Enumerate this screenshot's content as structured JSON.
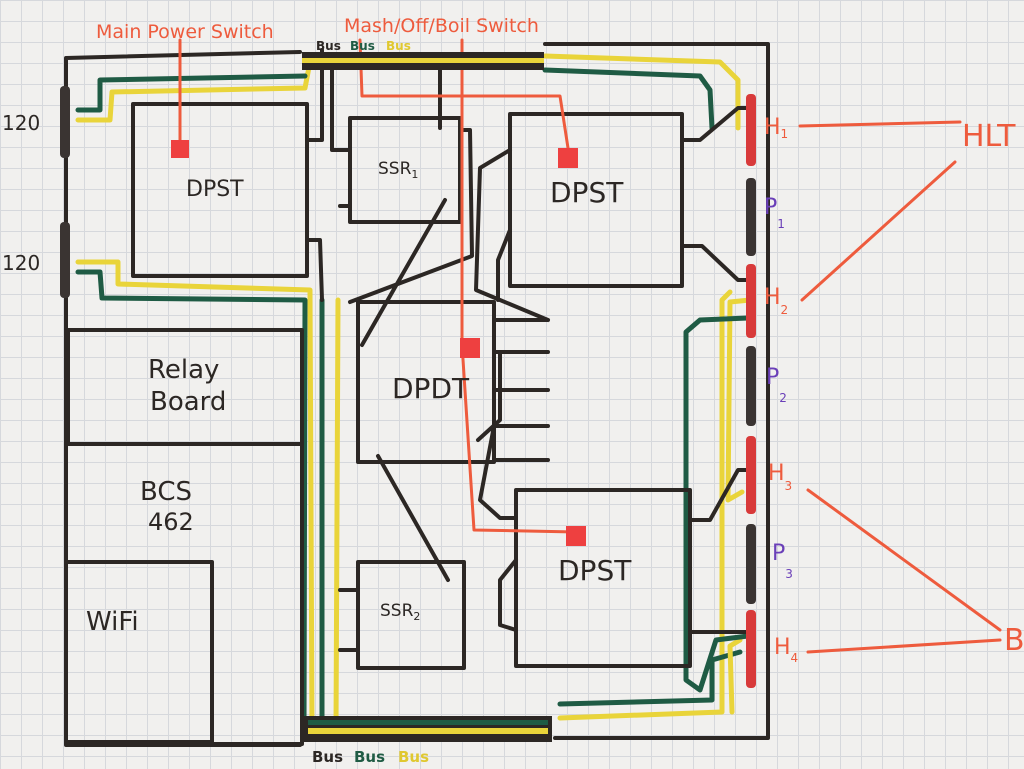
{
  "annotations": {
    "main_power_switch": "Main Power Switch",
    "mash_off_boil_switch": "Mash/Off/Boil Switch"
  },
  "bus_labels": {
    "top": [
      "Bus",
      "Bus",
      "Bus"
    ],
    "bottom": [
      "Bus",
      "Bus",
      "Bus"
    ]
  },
  "inputs": [
    "120",
    "120"
  ],
  "components": {
    "dpst_main": "DPST",
    "ssr1": "SSR",
    "ssr1_sub": "1",
    "ssr2": "SSR",
    "ssr2_sub": "2",
    "dpdt": "DPDT",
    "dpst_top": "DPST",
    "dpst_bottom": "DPST",
    "relay_board_line1": "Relay",
    "relay_board_line2": "Board",
    "bcs_line1": "BCS",
    "bcs_line2": "462",
    "wifi": "WiFi"
  },
  "connectors": [
    {
      "label": "H",
      "sub": "1"
    },
    {
      "label": "P",
      "sub": "1"
    },
    {
      "label": "H",
      "sub": "2"
    },
    {
      "label": "P",
      "sub": "2"
    },
    {
      "label": "H",
      "sub": "3"
    },
    {
      "label": "P",
      "sub": "3"
    },
    {
      "label": "H",
      "sub": "4"
    }
  ],
  "targets": {
    "hlt": "HLT",
    "bk": "B"
  },
  "colors": {
    "ink": "#2c2724",
    "red": "#ee5b3d",
    "yellow": "#e9d43a",
    "green": "#1f5b44",
    "purple": "#6a3fb8",
    "red_dark": "#d83a3a"
  }
}
